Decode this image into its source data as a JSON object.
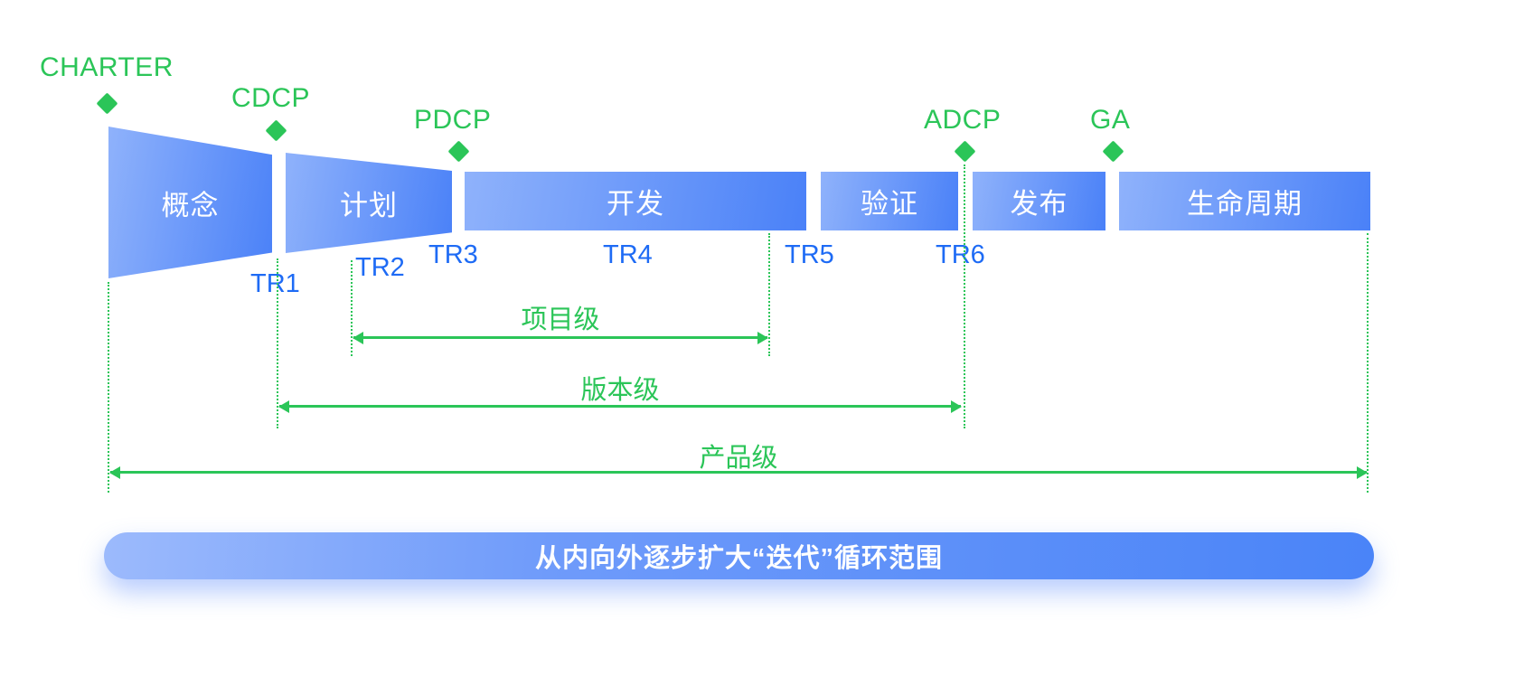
{
  "milestones": {
    "charter": "CHARTER",
    "cdcp": "CDCP",
    "pdcp": "PDCP",
    "adcp": "ADCP",
    "ga": "GA"
  },
  "phases": {
    "concept": "概念",
    "plan": "计划",
    "develop": "开发",
    "verify": "验证",
    "release": "发布",
    "lifecycle": "生命周期"
  },
  "tr_gates": {
    "tr1": "TR1",
    "tr2": "TR2",
    "tr3": "TR3",
    "tr4": "TR4",
    "tr5": "TR5",
    "tr6": "TR6"
  },
  "scopes": {
    "project": "项目级",
    "version": "版本级",
    "product": "产品级"
  },
  "banner": "从内向外逐步扩大“迭代”循环范围",
  "colors": {
    "green": "#2bc558",
    "gate_blue": "#1e6bf5",
    "bar_blue_light": "#8fb2fb",
    "bar_blue_dark": "#4a81f8"
  }
}
